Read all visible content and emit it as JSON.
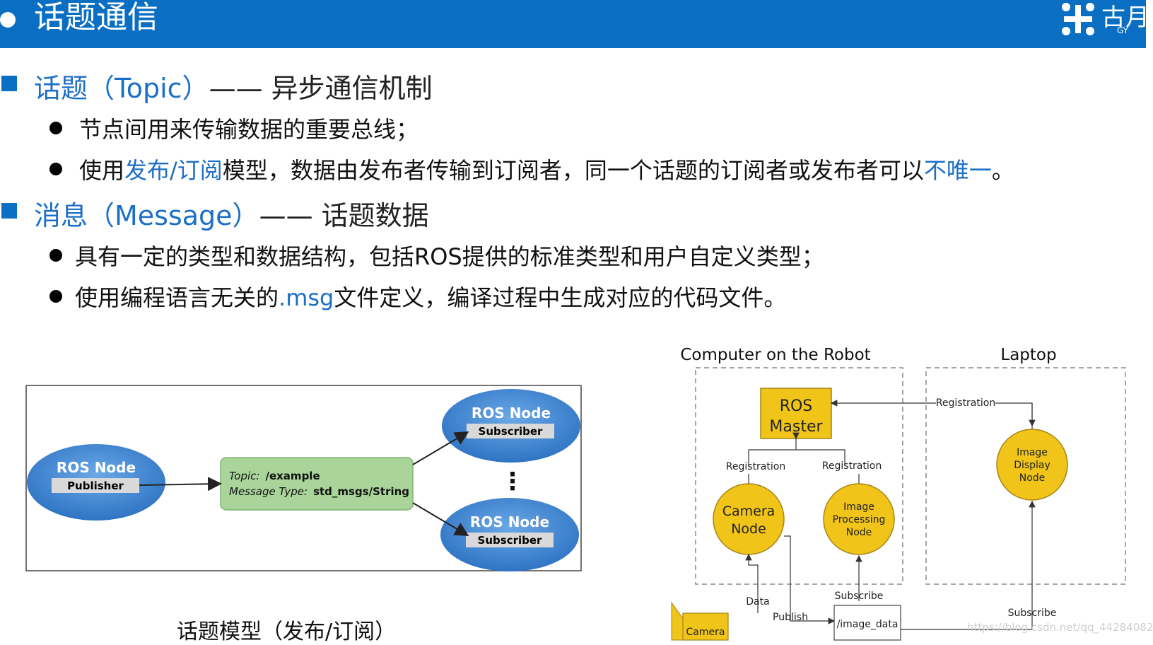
{
  "header": {
    "title": "话题通信",
    "logo_text": "古月",
    "logo_sub": "GY"
  },
  "sections": {
    "topic": {
      "heading_blue": "话题（Topic）",
      "heading_rest": "—— 异步通信机制",
      "bullet1": "节点间用来传输数据的重要总线；",
      "bullet2_a": "使用",
      "bullet2_b": "发布/订阅",
      "bullet2_c": "模型，数据由发布者传输到订阅者，同一个话题的订阅者或发布者可以",
      "bullet2_d": "不唯一",
      "bullet2_e": "。"
    },
    "message": {
      "heading_blue": "消息（Message）",
      "heading_rest": "—— 话题数据",
      "bullet1": "具有一定的类型和数据结构，包括ROS提供的标准类型和用户自定义类型；",
      "bullet2_a": "使用编程语言无关的",
      "bullet2_b": ".msg",
      "bullet2_c": "文件定义，编译过程中生成对应的代码文件。"
    }
  },
  "left_diagram": {
    "publisher_node": "ROS Node",
    "publisher_label": "Publisher",
    "topic_label": "Topic:",
    "topic_value": "/example",
    "msgtype_label": "Message Type:",
    "msgtype_value": "std_msgs/String",
    "subscriber_node_1": "ROS Node",
    "subscriber_label_1": "Subscriber",
    "subscriber_node_2": "ROS Node",
    "subscriber_label_2": "Subscriber",
    "ellipsis": "⋮",
    "caption": "话题模型（发布/订阅）"
  },
  "right_diagram": {
    "group_robot": "Computer on the Robot",
    "group_laptop": "Laptop",
    "master_line1": "ROS",
    "master_line2": "Master",
    "camera_node_line1": "Camera",
    "camera_node_line2": "Node",
    "image_proc_line1": "Image",
    "image_proc_line2": "Processing",
    "image_proc_line3": "Node",
    "image_disp_line1": "Image",
    "image_disp_line2": "Display",
    "image_disp_line3": "Node",
    "registration_1": "Registration",
    "registration_2": "Registration",
    "registration_3": "Registration",
    "data": "Data",
    "publish": "Publish",
    "subscribe_1": "Subscribe",
    "subscribe_2": "Subscribe",
    "camera": "Camera",
    "image_data_topic": "/image_data"
  },
  "watermark": "https://blog.csdn.net/qq_44284082"
}
